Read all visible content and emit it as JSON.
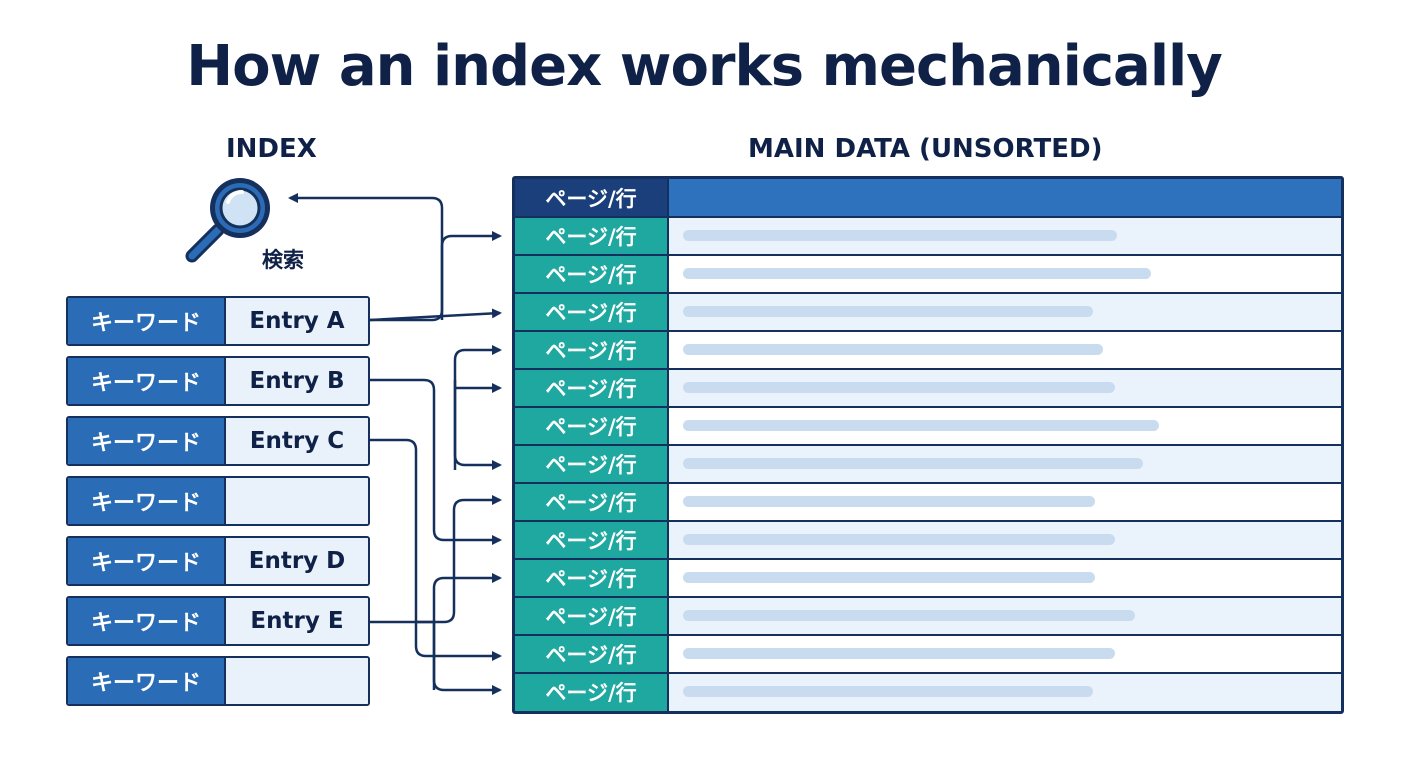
{
  "title": "How an index works mechanically",
  "index_label": "INDEX",
  "main_label": "MAIN DATA (UNSORTED)",
  "search": {
    "icon": "magnifier-icon",
    "caption": "検索"
  },
  "colors": {
    "navy": "#16305e",
    "index_key": "#2a6cb5",
    "table_key": "#1ea8a0",
    "header_key": "#1b3f7a",
    "header_body": "#2e72bd",
    "placeholder_bar": "#c9dbee"
  },
  "index_rows": [
    {
      "key": "キーワード",
      "value": "Entry A"
    },
    {
      "key": "キーワード",
      "value": "Entry B"
    },
    {
      "key": "キーワード",
      "value": "Entry C"
    },
    {
      "key": "キーワード",
      "value": ""
    },
    {
      "key": "キーワード",
      "value": "Entry D"
    },
    {
      "key": "キーワード",
      "value": "Entry E"
    },
    {
      "key": "キーワード",
      "value": ""
    }
  ],
  "table": {
    "header_key": "ページ/行",
    "rows": [
      "ページ/行",
      "ページ/行",
      "ページ/行",
      "ページ/行",
      "ページ/行",
      "ページ/行",
      "ページ/行",
      "ページ/行",
      "ページ/行",
      "ページ/行",
      "ページ/行",
      "ページ/行",
      "ページ/行"
    ]
  }
}
